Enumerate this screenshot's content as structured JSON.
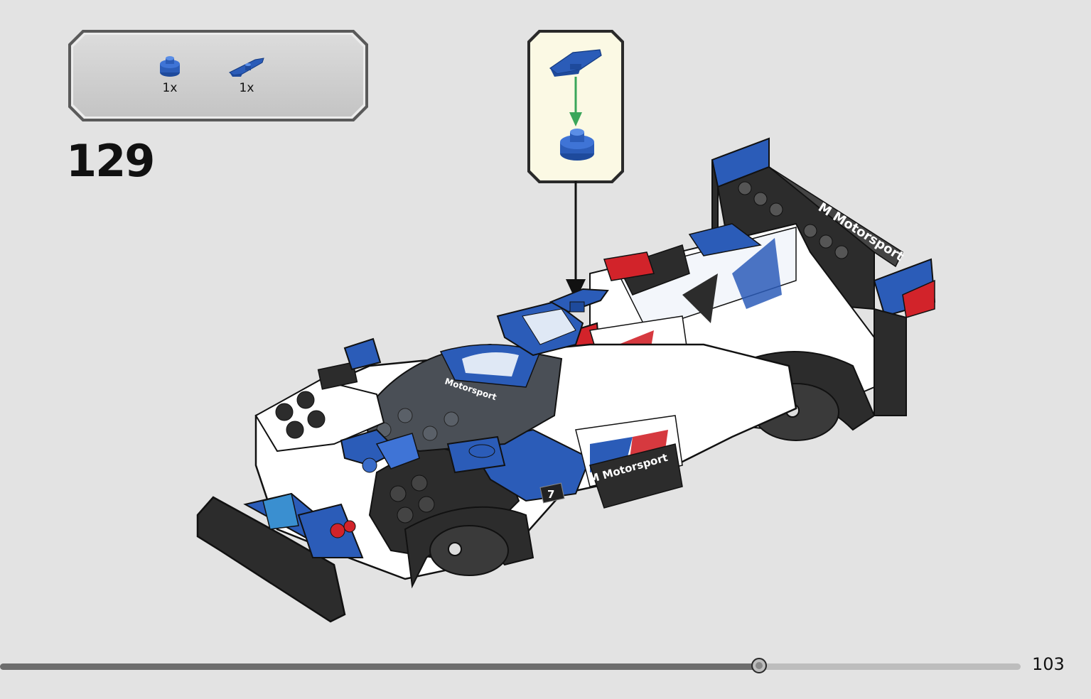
{
  "step": {
    "number": "129"
  },
  "parts": [
    {
      "icon": "round-plate-blue-icon",
      "quantity": "1x",
      "color": "#2b5cb8"
    },
    {
      "icon": "blue-wing-piece-icon",
      "quantity": "1x",
      "color": "#2b5cb8"
    }
  ],
  "callout": {
    "background": "#fbf9e4",
    "arrow_color": "#3aa65a"
  },
  "model": {
    "livery_text_1": "M Motorsport",
    "livery_text_2": "Motorsport",
    "livery_text_3": "M Motorsport",
    "car_number": "7",
    "colors": {
      "blue": "#2b5cb8",
      "red": "#d2232a",
      "black": "#2c2c2c",
      "white": "#ffffff"
    }
  },
  "progress": {
    "fraction": 0.744
  },
  "page": {
    "number": "103"
  }
}
